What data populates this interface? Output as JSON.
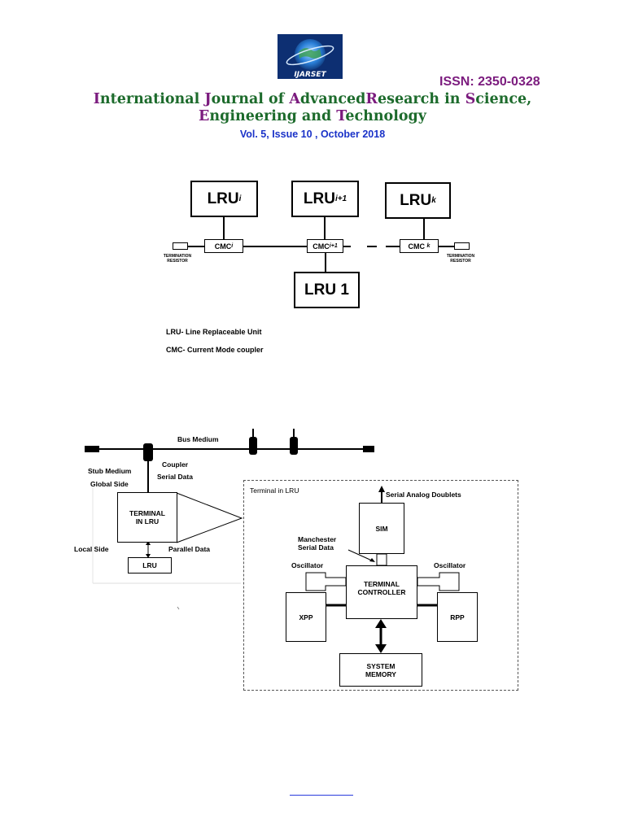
{
  "header": {
    "logo_text": "IJARSET",
    "issn": "ISSN: 2350-0328",
    "title_line1": [
      "I",
      "nternational ",
      "J",
      "ournal of ",
      "A",
      "dvanced",
      "R",
      "esearch in ",
      "S",
      "cience,"
    ],
    "title_line2": [
      "E",
      "ngineering and ",
      "T",
      "echnology"
    ],
    "volume": "Vol. 5, Issue 10 , October 2018"
  },
  "figure1": {
    "lru_i": "LRU",
    "lru_i_sub": "i",
    "lru_i1": "LRU",
    "lru_i1_sub": "i+1",
    "lru_k": "LRU",
    "lru_k_sub": "k",
    "cmc_i": "CMC",
    "cmc_i_sub": "i",
    "cmc_i1": "CMC",
    "cmc_i1_sub": "i+1",
    "cmc_k": "CMC",
    "cmc_k_sub": "k",
    "lru_1": "LRU 1",
    "term_left": "TERMINATION RESISTOR",
    "term_right": "TERMINATION RESISTOR",
    "legend1": "LRU- Line Replaceable Unit",
    "legend2": "CMC- Current Mode coupler"
  },
  "figure2": {
    "bus_medium": "Bus Medium",
    "coupler": "Coupler",
    "serial_data": "Serial Data",
    "stub_medium": "Stub Medium",
    "global_side": "Global Side",
    "terminal_in_lru": "TERMINAL\nIN LRU",
    "local_side": "Local Side",
    "parallel_data": "Parallel Data",
    "lru": "LRU",
    "panel_title": "Terminal in LRU",
    "serial_analog": "Serial Analog Doublets",
    "sim": "SIM",
    "manchester": "Manchester\nSerial Data",
    "oscillator_left": "Oscillator",
    "oscillator_right": "Oscillator",
    "terminal_controller": "TERMINAL\nCONTROLLER",
    "xpp": "XPP",
    "rpp": "RPP",
    "system_memory": "SYSTEM\nMEMORY"
  }
}
